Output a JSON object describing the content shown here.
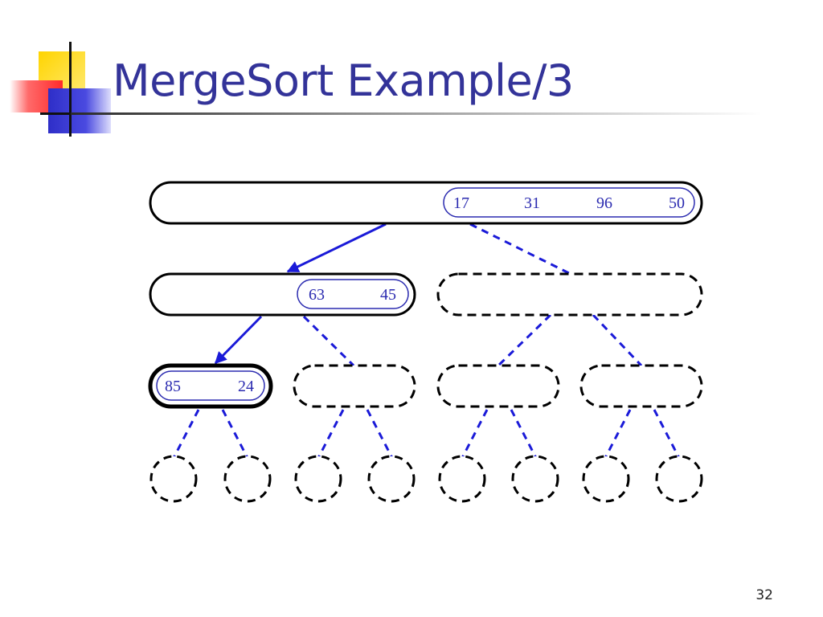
{
  "slide": {
    "title": "MergeSort Example/3",
    "page_number": "32"
  },
  "tree": {
    "root": {
      "values": [
        "17",
        "31",
        "96",
        "50"
      ]
    },
    "level1_left": {
      "values": [
        "63",
        "45"
      ]
    },
    "level2_active": {
      "values": [
        "85",
        "24"
      ]
    }
  },
  "colors": {
    "title": "#333399",
    "arrow": "#1a1ad8",
    "value_text": "#2b2bb0",
    "node_outline": "#000000"
  }
}
